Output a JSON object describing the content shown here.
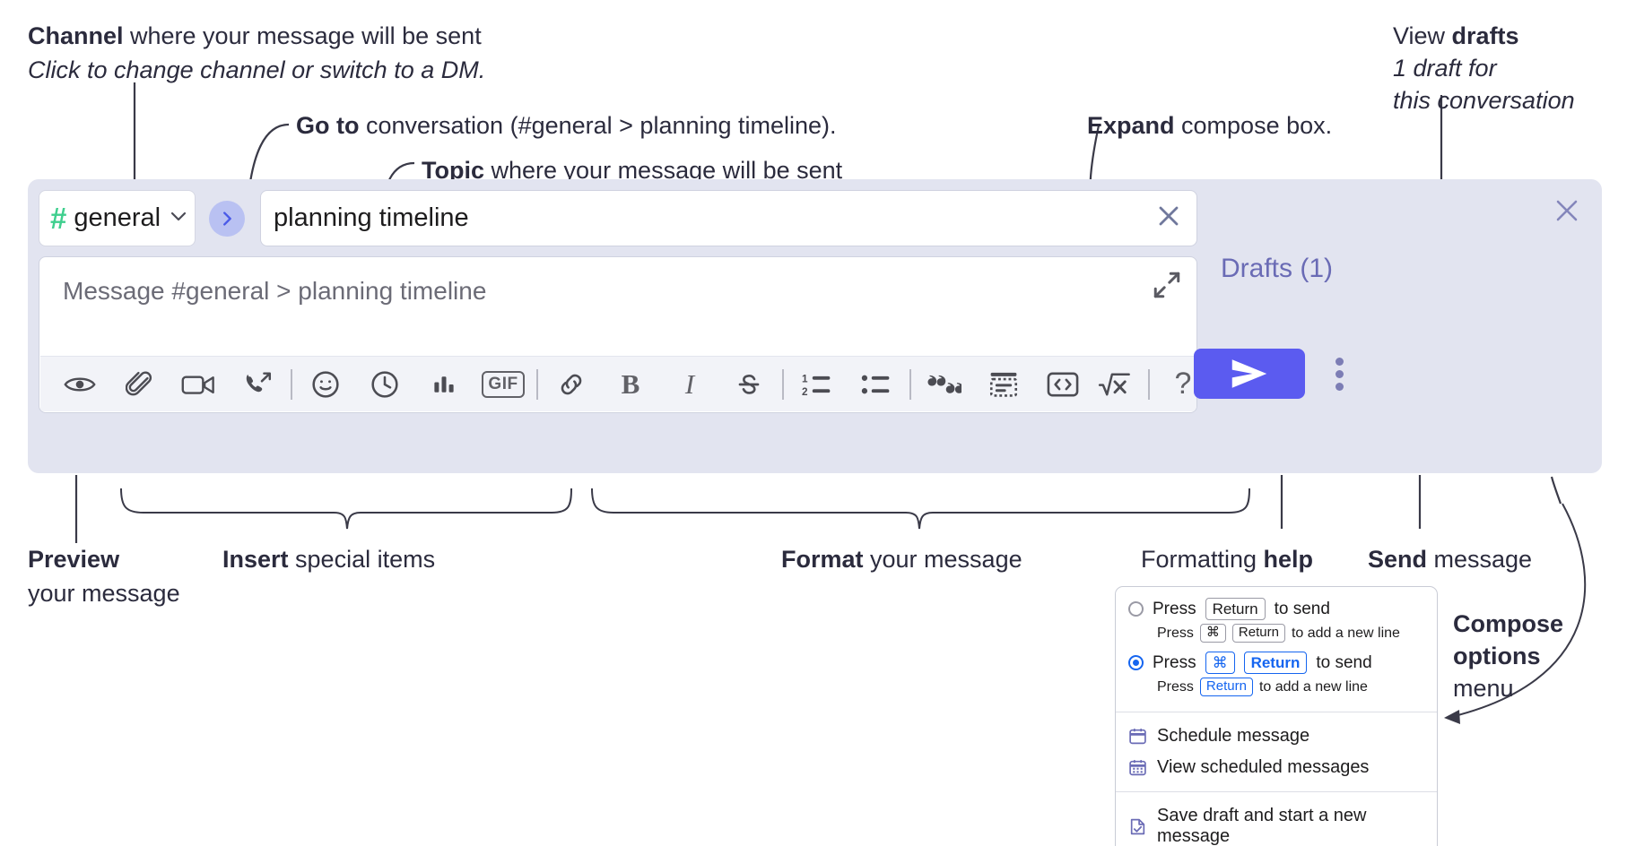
{
  "annotations": {
    "channel": {
      "bold": "Channel",
      "rest": " where your message will be sent",
      "sub": "Click to change channel or switch to a DM."
    },
    "goto": {
      "bold": "Go to",
      "rest": " conversation (#general > planning timeline)."
    },
    "topic": {
      "bold": "Topic",
      "rest": " where your message will be sent"
    },
    "expand": {
      "bold": "Expand",
      "rest": " compose box."
    },
    "drafts": {
      "lead": "View ",
      "bold": "drafts",
      "sub1": "1 draft for",
      "sub2": "this conversation"
    },
    "preview": {
      "bold": "Preview",
      "sub": "your message"
    },
    "insert": {
      "bold": "Insert",
      "rest": " special items"
    },
    "format": {
      "bold": "Format",
      "rest": " your message"
    },
    "help": {
      "lead": "Formatting ",
      "bold": "help"
    },
    "send": {
      "bold": "Send",
      "rest": " message"
    },
    "compose_options": {
      "bold1": "Compose",
      "bold2": "options",
      "rest": "menu"
    }
  },
  "compose": {
    "channel": {
      "hash": "#",
      "name": "general",
      "chevron": "chevron-down"
    },
    "goto_label": "go-to-conversation",
    "topic_value": "planning timeline",
    "topic_clear_label": "clear-topic",
    "message_placeholder": "Message #general > planning timeline",
    "expand_label": "expand-compose-box",
    "toolbar": [
      {
        "name": "preview-icon",
        "label": "Preview"
      },
      {
        "name": "attachment-icon",
        "label": "Attach file"
      },
      {
        "name": "video-clip-icon",
        "label": "Record video clip"
      },
      {
        "name": "audio-clip-icon",
        "label": "Record audio clip"
      },
      {
        "name": "emoji-icon",
        "label": "Emoji"
      },
      {
        "name": "clock-icon",
        "label": "Recent"
      },
      {
        "name": "poll-icon",
        "label": "Poll"
      },
      {
        "name": "gif-icon",
        "label": "GIF"
      },
      {
        "name": "link-icon",
        "label": "Link"
      },
      {
        "name": "bold-icon",
        "label": "B"
      },
      {
        "name": "italic-icon",
        "label": "I"
      },
      {
        "name": "strikethrough-icon",
        "label": "Strikethrough"
      },
      {
        "name": "ordered-list-icon",
        "label": "Ordered list"
      },
      {
        "name": "bulleted-list-icon",
        "label": "Bulleted list"
      },
      {
        "name": "blockquote-icon",
        "label": "Blockquote"
      },
      {
        "name": "code-block-icon",
        "label": "Code block"
      },
      {
        "name": "code-icon",
        "label": "Code"
      },
      {
        "name": "math-icon",
        "label": "Math"
      },
      {
        "name": "help-icon",
        "label": "?"
      }
    ]
  },
  "panel": {
    "drafts_label": "Drafts (1)",
    "close_label": "close-panel",
    "send_label": "send-message",
    "kebab_label": "compose-options"
  },
  "options_menu": {
    "radio1": {
      "selected": false,
      "pre": "Press",
      "key": "Return",
      "post": "to send",
      "sub_pre": "Press",
      "sub_key1": "⌘",
      "sub_key2": "Return",
      "sub_post": "to add a new line"
    },
    "radio2": {
      "selected": true,
      "pre": "Press",
      "key1": "⌘",
      "key2": "Return",
      "post": "to send",
      "sub_pre": "Press",
      "sub_key": "Return",
      "sub_post": "to add a new line"
    },
    "items": [
      {
        "icon": "calendar-schedule-icon",
        "label": "Schedule message"
      },
      {
        "icon": "calendar-grid-icon",
        "label": "View scheduled messages"
      },
      {
        "icon": "save-draft-icon",
        "label": "Save draft and start a new message"
      }
    ]
  },
  "colors": {
    "compose_bg": "#e2e4f0",
    "send_accent": "#5b5bf0",
    "hash_green": "#3fcf8e",
    "drafts_purple": "#6a6bb5",
    "goto_circle": "#b9c1f2",
    "radio_blue": "#1565f0"
  }
}
